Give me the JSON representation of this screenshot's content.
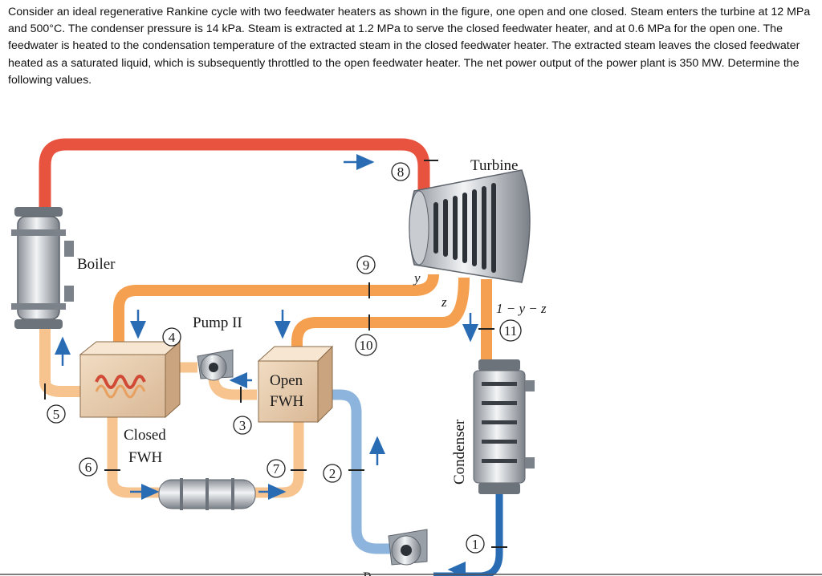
{
  "problem_text": "Consider an ideal regenerative Rankine cycle with two feedwater heaters as shown in the figure, one open and one closed. Steam enters the turbine at 12 MPa and 500°C. The condenser pressure is 14 kPa. Steam is extracted at 1.2 MPa to serve the closed feedwater heater, and at 0.6 MPa for the open one. The feedwater is heated to the condensation temperature of the extracted steam in the closed feedwater heater. The extracted steam leaves the closed feedwater heated as a saturated liquid, which is subsequently throttled to the open feedwater heater. The net power output of the power plant is 350 MW. Determine the following values.",
  "diagram": {
    "labels": {
      "turbine": "Turbine",
      "boiler": "Boiler",
      "pump2": "Pump II",
      "open_fwh_1": "Open",
      "open_fwh_2": "FWH",
      "closed_fwh_1": "Closed",
      "closed_fwh_2": "FWH",
      "condenser": "Condenser",
      "frac_y": "y",
      "frac_z": "z",
      "frac_rest": "1 − y − z",
      "pump1_partial": "P"
    },
    "states": [
      "1",
      "2",
      "3",
      "4",
      "5",
      "6",
      "7",
      "8",
      "9",
      "10",
      "11"
    ],
    "colors": {
      "superheated": "#e8533f",
      "extraction": "#f4a050",
      "liquid": "#f7c38e",
      "cold": "#8cb4dc",
      "arrow": "#2a6cb4"
    }
  }
}
